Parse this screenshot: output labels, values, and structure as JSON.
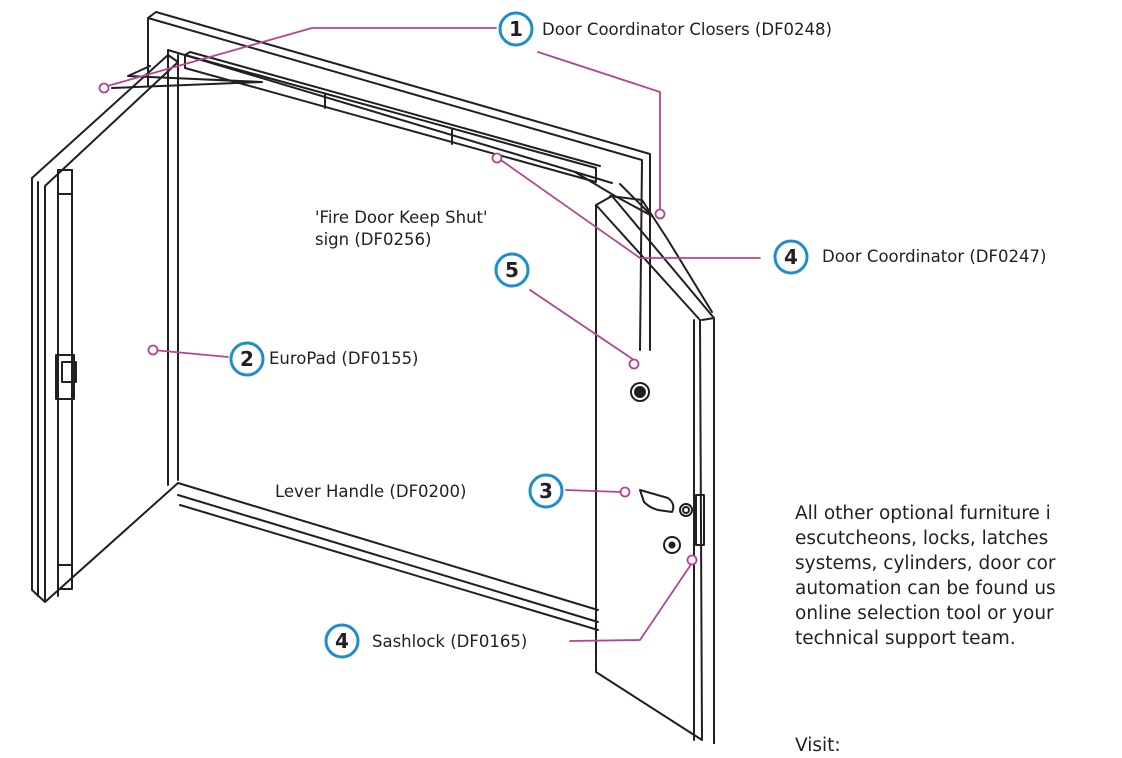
{
  "callouts": [
    {
      "number": "1",
      "text": "Door Coordinator Closers (DF0248)"
    },
    {
      "number": "2",
      "text": "EuroPad (DF0155)"
    },
    {
      "number": "3",
      "text": "Lever Handle (DF0200)"
    },
    {
      "number": "4",
      "text": "Door Coordinator (DF0247)"
    },
    {
      "number": "4",
      "text": "Sashlock (DF0165)"
    },
    {
      "number": "5",
      "text_line1": "'Fire Door Keep Shut'",
      "text_line2": "sign (DF0256)"
    }
  ],
  "side_text": {
    "lines": [
      "All other optional furniture i",
      "escutcheons, locks, latches",
      "systems, cylinders, door cor",
      "automation can be found us",
      "online selection tool or your",
      "technical support team."
    ],
    "visit": "Visit:"
  },
  "colors": {
    "leader": "#b5458f",
    "badge_ring": "#1f8ccc",
    "line": "#231f20"
  }
}
